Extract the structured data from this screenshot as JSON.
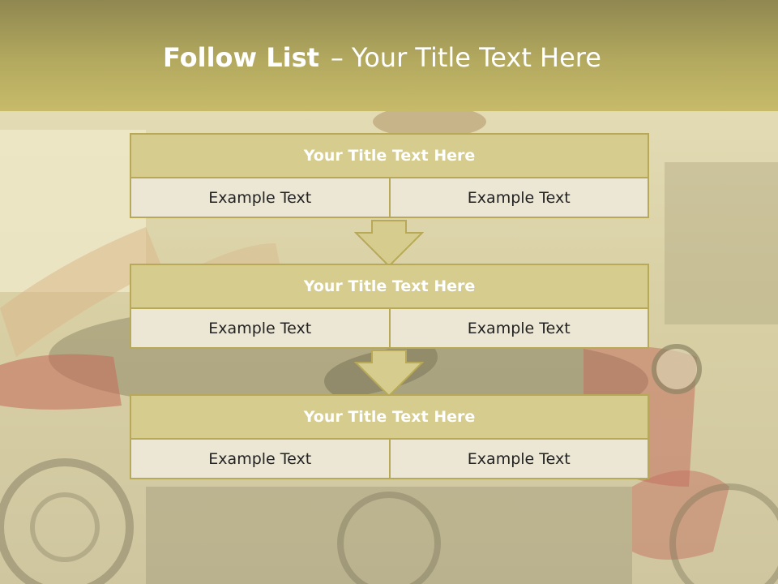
{
  "slide": {
    "title_bold": "Follow List",
    "title_separator": "–",
    "title_rest": "Your Title Text Here"
  },
  "blocks": [
    {
      "title": "Your Title Text Here",
      "left_text": "Example Text",
      "right_text": "Example Text"
    },
    {
      "title": "Your Title Text Here",
      "left_text": "Example Text",
      "right_text": "Example Text"
    },
    {
      "title": "Your Title Text Here",
      "left_text": "Example Text",
      "right_text": "Example Text"
    }
  ],
  "colors": {
    "header_top": "#8f8750",
    "header_bottom": "#c7bb6a",
    "block_title_fill": "#d6cc8d",
    "cell_fill": "#ece6d4",
    "border": "#b7a957"
  }
}
